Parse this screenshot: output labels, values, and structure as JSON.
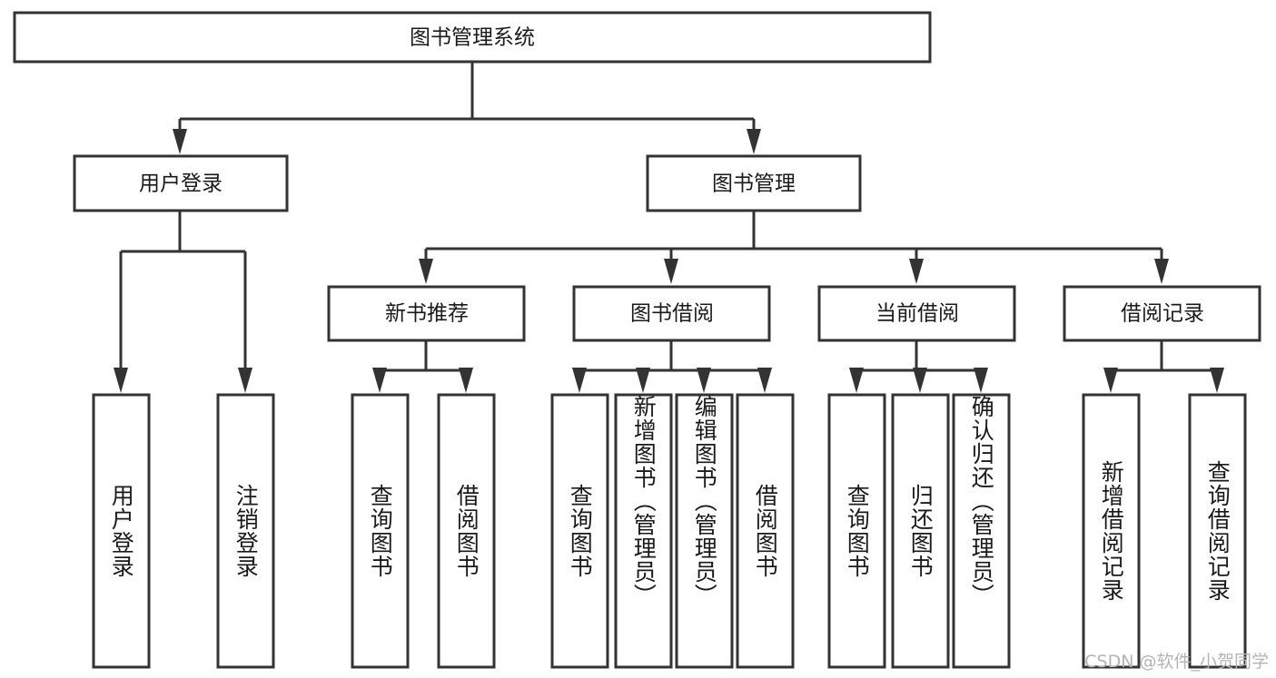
{
  "diagram": {
    "type": "tree-hierarchy",
    "root": {
      "id": "root",
      "label": "图书管理系统"
    },
    "level2": [
      {
        "id": "user-login",
        "label": "用户登录"
      },
      {
        "id": "book-manage",
        "label": "图书管理"
      }
    ],
    "level3": [
      {
        "id": "new-book-recommend",
        "label": "新书推荐",
        "parent": "book-manage"
      },
      {
        "id": "book-borrow",
        "label": "图书借阅",
        "parent": "book-manage"
      },
      {
        "id": "current-borrow",
        "label": "当前借阅",
        "parent": "book-manage"
      },
      {
        "id": "borrow-record",
        "label": "借阅记录",
        "parent": "book-manage"
      }
    ],
    "leaves": [
      {
        "id": "leaf-user-login",
        "label": "用户登录",
        "parent": "user-login"
      },
      {
        "id": "leaf-logout",
        "label": "注销登录",
        "parent": "user-login"
      },
      {
        "id": "leaf-query-book-1",
        "label": "查询图书",
        "parent": "new-book-recommend"
      },
      {
        "id": "leaf-borrow-book-1",
        "label": "借阅图书",
        "parent": "new-book-recommend"
      },
      {
        "id": "leaf-query-book-2",
        "label": "查询图书",
        "parent": "book-borrow"
      },
      {
        "id": "leaf-add-book",
        "label": "新增图书（管理员）",
        "parent": "book-borrow"
      },
      {
        "id": "leaf-edit-book",
        "label": "编辑图书（管理员）",
        "parent": "book-borrow"
      },
      {
        "id": "leaf-borrow-book-2",
        "label": "借阅图书",
        "parent": "book-borrow"
      },
      {
        "id": "leaf-query-book-3",
        "label": "查询图书",
        "parent": "current-borrow"
      },
      {
        "id": "leaf-return-book",
        "label": "归还图书",
        "parent": "current-borrow"
      },
      {
        "id": "leaf-confirm-return",
        "label": "确认归还（管理员）",
        "parent": "current-borrow"
      },
      {
        "id": "leaf-add-record",
        "label": "新增借阅记录",
        "parent": "borrow-record"
      },
      {
        "id": "leaf-query-record",
        "label": "查询借阅记录",
        "parent": "borrow-record"
      }
    ],
    "colors": {
      "box_fill": "#ffffff",
      "box_stroke": "#333333",
      "connector": "#333333",
      "text": "#1a1a1a",
      "watermark": "#b4b4b4",
      "background": "#ffffff"
    }
  },
  "watermark": {
    "text": "CSDN @软件_小贺同学"
  }
}
